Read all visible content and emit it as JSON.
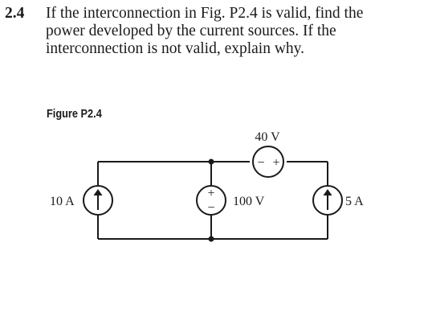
{
  "problem": {
    "number": "2.4",
    "lines": [
      "If the interconnection in Fig. P2.4 is valid, find the",
      "power developed by the current sources. If the",
      "interconnection is not valid, explain why."
    ]
  },
  "figure": {
    "label": "Figure P2.4",
    "sources": {
      "current_left": "10 A",
      "current_right": "5 A",
      "voltage_series": "40 V",
      "voltage_middle": "100 V"
    },
    "polarity": {
      "series_minus": "−",
      "series_plus": "+",
      "middle_plus": "+",
      "middle_minus": "−"
    }
  }
}
